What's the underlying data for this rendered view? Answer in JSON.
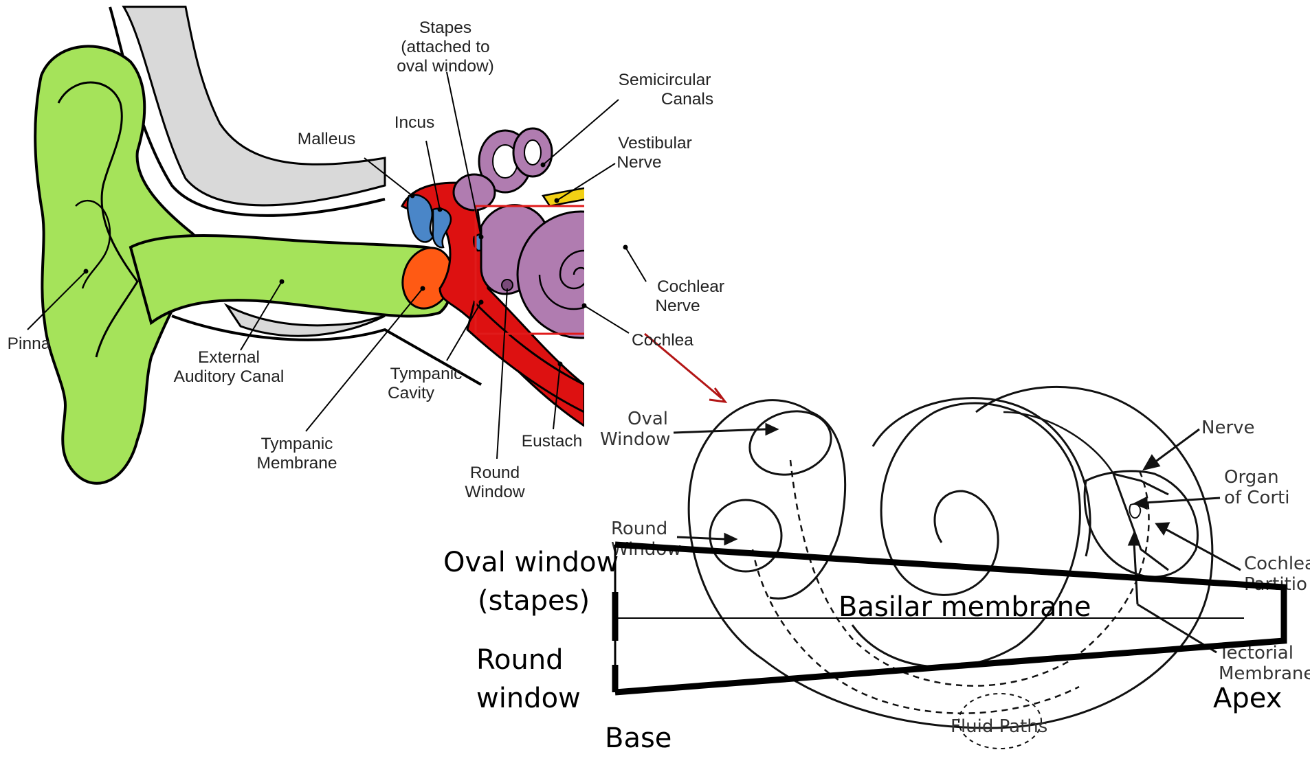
{
  "ear": {
    "stapes": [
      "Stapes",
      "(attached to",
      "oval window)"
    ],
    "semicircular": [
      "Semicircular",
      "Canals"
    ],
    "malleus": "Malleus",
    "incus": "Incus",
    "vestibular": [
      "Vestibular",
      "Nerve"
    ],
    "pinna": "Pinna",
    "cochlear_nerve": [
      "Cochlear",
      "Nerve"
    ],
    "cochlea": "Cochlea",
    "external": [
      "External",
      "Auditory Canal"
    ],
    "tympanic_cavity": [
      "Tympanic",
      "Cavity"
    ],
    "tympanic_membrane": [
      "Tympanic",
      "Membrane"
    ],
    "eustach": "Eustach",
    "round_window": [
      "Round",
      "Window"
    ]
  },
  "cochlea_section": {
    "oval": [
      "Oval",
      "Window"
    ],
    "round": [
      "Round",
      "Window"
    ],
    "nerve": "Nerve",
    "organ": [
      "Organ",
      "of Corti"
    ],
    "partition": [
      "Cochlea",
      "Partitio"
    ],
    "tectorial": [
      "Tectorial",
      "Membrane"
    ],
    "fluid": "Fluid Paths"
  },
  "unrolled": {
    "oval_window": [
      "Oval window",
      "(stapes)"
    ],
    "round_window": [
      "Round",
      "window"
    ],
    "basilar": "Basilar membrane",
    "base": "Base",
    "apex": "Apex"
  },
  "colors": {
    "pinna": "#a5e35a",
    "red": "#dd1111",
    "stapes_blue": "#4a86c8",
    "cochlea_purple": "#b07cb0",
    "nerve_yellow": "#f2d014",
    "drum": "#ff5a14",
    "zoom_box": "#e01b1b"
  }
}
